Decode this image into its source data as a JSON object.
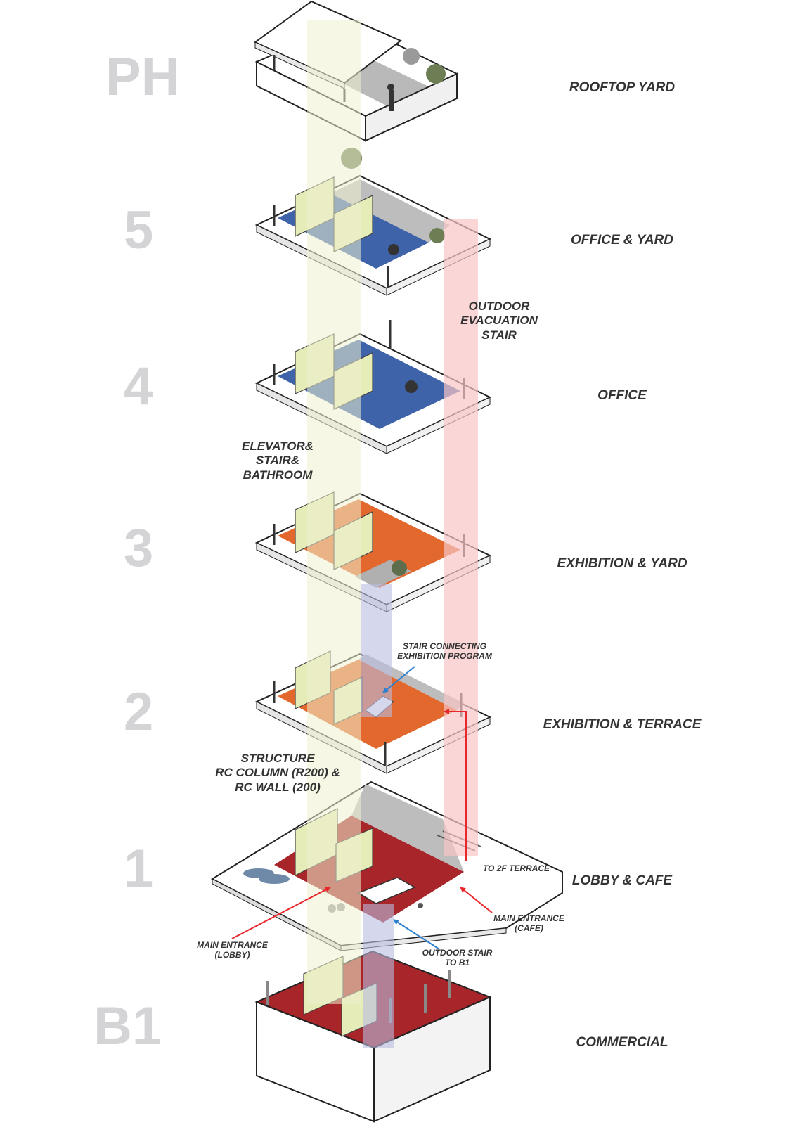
{
  "levels": [
    {
      "id": "PH",
      "program": "ROOFTOP YARD"
    },
    {
      "id": "5",
      "program": "OFFICE & YARD"
    },
    {
      "id": "4",
      "program": "OFFICE"
    },
    {
      "id": "3",
      "program": "EXHIBITION & YARD"
    },
    {
      "id": "2",
      "program": "EXHIBITION & TERRACE"
    },
    {
      "id": "1",
      "program": "LOBBY & CAFE"
    },
    {
      "id": "B1",
      "program": "COMMERCIAL"
    }
  ],
  "annotations": {
    "outdoor_evacuation": "OUTDOOR\nEVACUATION\nSTAIR",
    "core": "ELEVATOR&\nSTAIR&\nBATHROOM",
    "structure": "STRUCTURE\nRC COLUMN (R200) &\nRC WALL (200)",
    "stair_connecting": "STAIR CONNECTING\nEXHIBITION PROGRAM",
    "to_2f_terrace": "TO 2F TERRACE",
    "main_entrance_cafe": "MAIN ENTRANCE\n(CAFE)",
    "main_entrance_lobby": "MAIN ENTRANCE\n(LOBBY)",
    "outdoor_stair_b1": "OUTDOOR STAIR\nTO B1"
  },
  "colors": {
    "core_band": "#eef0cf",
    "evacuation_band": "#f8c4c4",
    "stair_band": "#b9bde0",
    "office_floor": "#3f63a8",
    "exhibition_floor": "#e2682e",
    "lobby_floor": "#a8262a",
    "yard_floor": "#b9b9b9",
    "core_walls": "#e6ecb8",
    "arrow_red": "#e8262b",
    "arrow_blue": "#2f7fcf"
  }
}
